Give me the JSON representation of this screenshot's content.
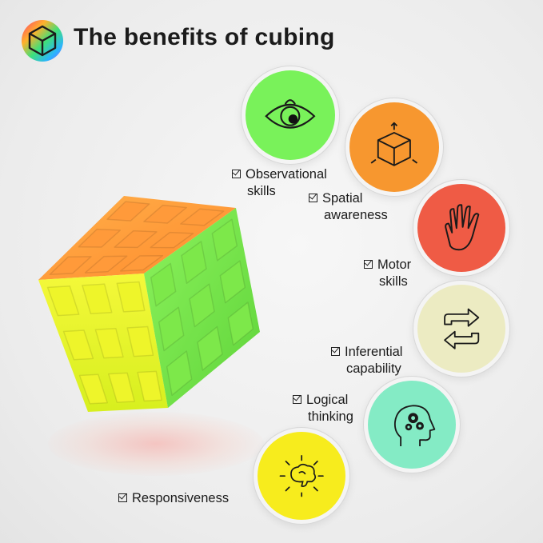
{
  "header": {
    "title": "The benefits of cubing",
    "logo_icon": "cube-outline-icon"
  },
  "benefits": [
    {
      "id": "observational",
      "line1": "Observational",
      "line2": "skills",
      "icon": "eye-icon",
      "color": "#79f25a"
    },
    {
      "id": "spatial",
      "line1": "Spatial",
      "line2": "awareness",
      "icon": "cube-arrows-icon",
      "color": "#f7972f"
    },
    {
      "id": "motor",
      "line1": "Motor",
      "line2": "skills",
      "icon": "hand-icon",
      "color": "#ef5b45"
    },
    {
      "id": "inferential",
      "line1": "Inferential",
      "line2": "capability",
      "icon": "cycle-arrows-icon",
      "color": "#ecebc2"
    },
    {
      "id": "logical",
      "line1": "Logical",
      "line2": "thinking",
      "icon": "head-gears-icon",
      "color": "#84ebc5"
    },
    {
      "id": "responsiveness",
      "line1": "Responsiveness",
      "line2": "",
      "icon": "bright-brain-icon",
      "color": "#f7ec1d"
    }
  ],
  "cube": {
    "top_color": "#ff9a3a",
    "left_color": "#eef52a",
    "right_color": "#7de84a"
  }
}
